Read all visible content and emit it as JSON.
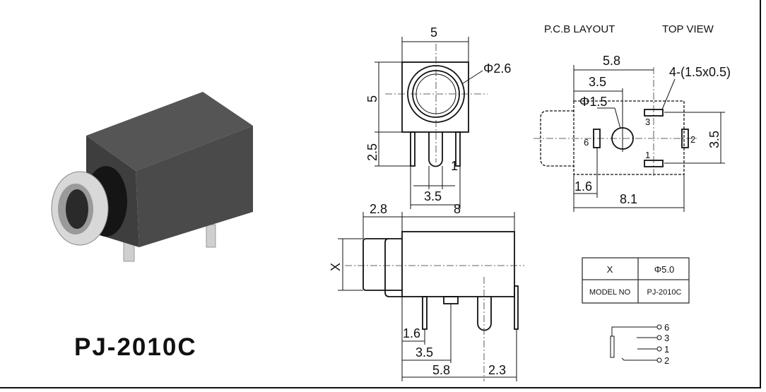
{
  "product_label": "PJ-2010C",
  "front_view": {
    "width": "5",
    "height": "5",
    "pin_length": "2.5",
    "hole_diameter": "Φ2.6",
    "pin_spacing": "3.5",
    "pin_width": "1"
  },
  "pcb_layout": {
    "title": "P.C.B LAYOUT",
    "view_label": "TOP VIEW",
    "dim_5_8": "5.8",
    "dim_3_5_top": "3.5",
    "pad_spec": "4-(1.5x0.5)",
    "hole_diameter": "Φ1.5",
    "dim_3_5_right": "3.5",
    "dim_1_6": "1.6",
    "dim_8_1": "8.1",
    "pins": [
      "3",
      "6",
      "2",
      "1"
    ]
  },
  "side_view": {
    "dim_2_8": "2.8",
    "dim_8": "8",
    "dim_x": "X",
    "dim_1_6": "1.6",
    "dim_3_5": "3.5",
    "dim_5_8": "5.8",
    "dim_2_3": "2.3"
  },
  "spec_table": {
    "rows": [
      [
        "X",
        "Φ5.0"
      ],
      [
        "MODEL NO",
        "PJ-2010C"
      ]
    ]
  },
  "schematic": {
    "pins": [
      "6",
      "3",
      "1",
      "2"
    ]
  }
}
